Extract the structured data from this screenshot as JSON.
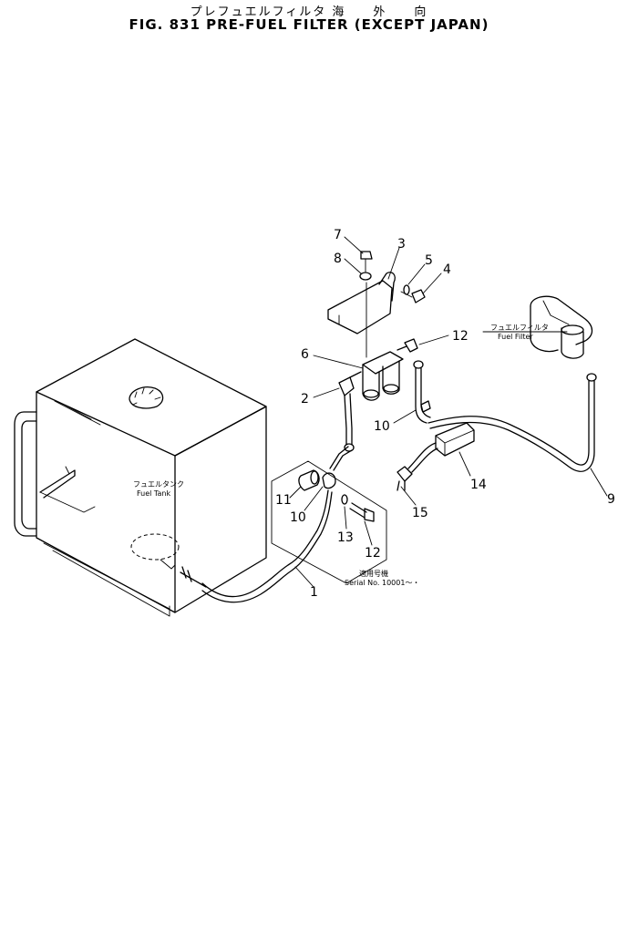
{
  "title": {
    "japanese": "プレフュエルフィルタ 海　　外　　向",
    "english": "FIG. 831  PRE-FUEL FILTER (EXCEPT JAPAN)"
  },
  "labels": {
    "fuel_tank_jp": "フュエルタンク",
    "fuel_tank_en": "Fuel Tank",
    "fuel_filter_jp": "フュエルフィルタ",
    "fuel_filter_en": "Fuel Filter",
    "serial_jp": "適用号機",
    "serial_en": "Serial No. 10001～・"
  },
  "callouts": [
    "7",
    "8",
    "3",
    "5",
    "4",
    "12",
    "6",
    "2",
    "10",
    "14",
    "15",
    "9",
    "11",
    "10",
    "13",
    "12",
    "1"
  ]
}
